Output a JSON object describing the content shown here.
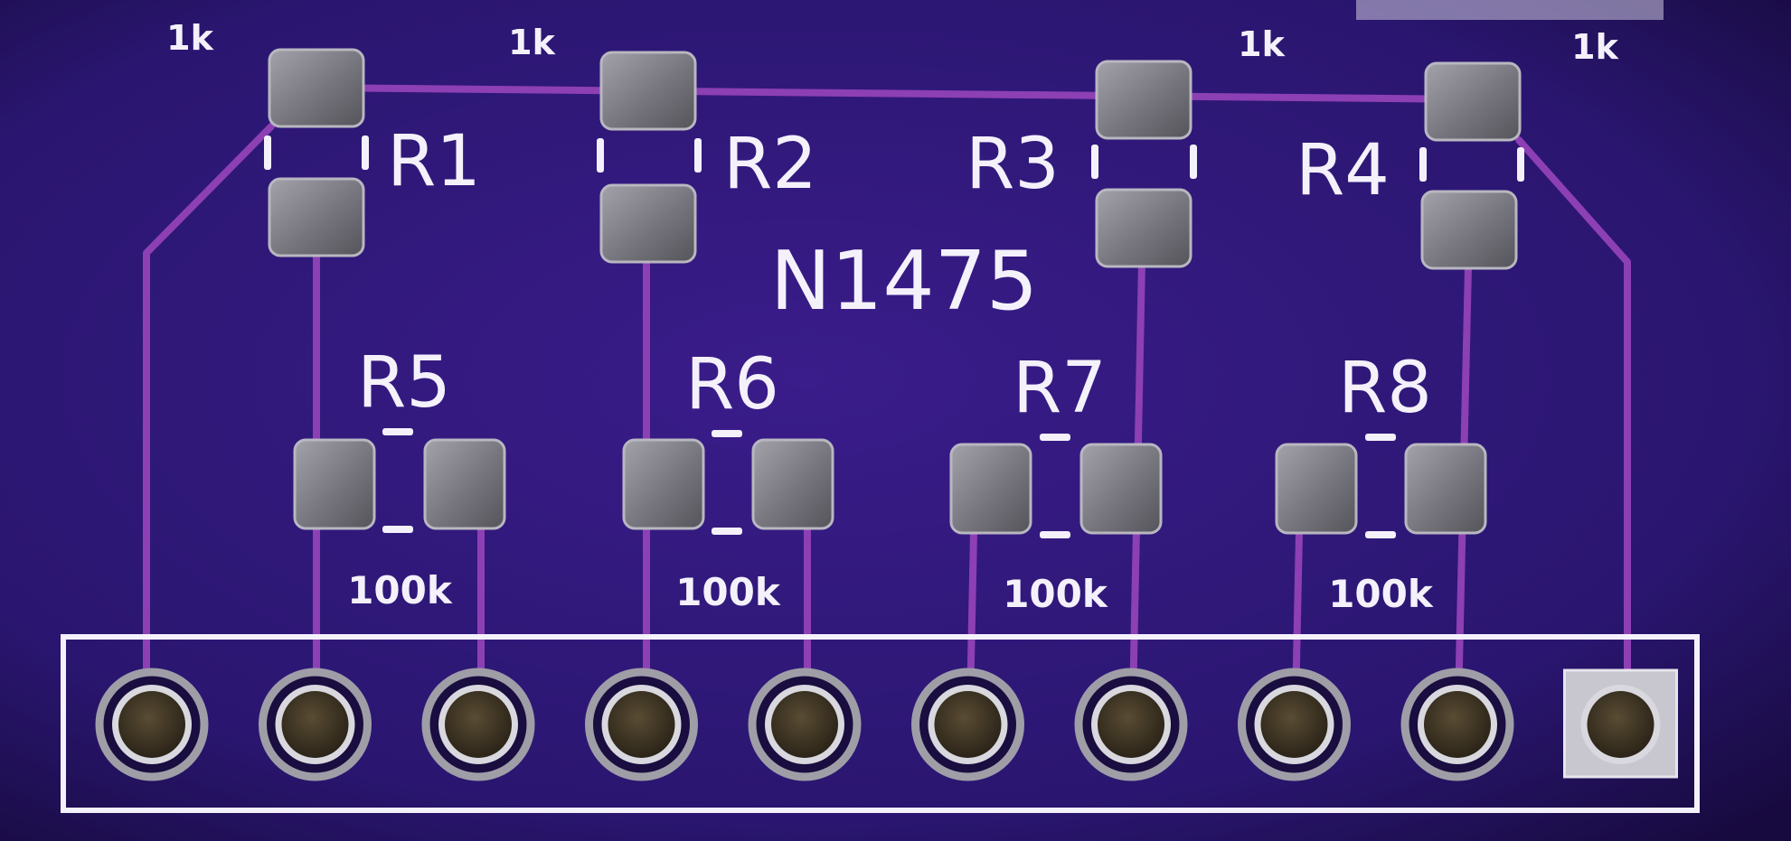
{
  "board": {
    "label": "N1475",
    "colors": {
      "substrate": "#2a1670",
      "substrate_dark": "#1c0d52",
      "trace": "#8d3fb4",
      "silk": "#f4f1fb",
      "pad": "#8f8e95",
      "pad_shade": "#5f5e66",
      "hole": "#3a3222"
    }
  },
  "top_row": [
    {
      "ref": "R1",
      "value": "1k"
    },
    {
      "ref": "R2",
      "value": "1k"
    },
    {
      "ref": "R3",
      "value": "1k"
    },
    {
      "ref": "R4",
      "value": "1k"
    }
  ],
  "bottom_row": [
    {
      "ref": "R5",
      "value": "100k"
    },
    {
      "ref": "R6",
      "value": "100k"
    },
    {
      "ref": "R7",
      "value": "100k"
    },
    {
      "ref": "R8",
      "value": "100k"
    }
  ],
  "header": {
    "pin_count": 10,
    "square_pin": 10
  }
}
